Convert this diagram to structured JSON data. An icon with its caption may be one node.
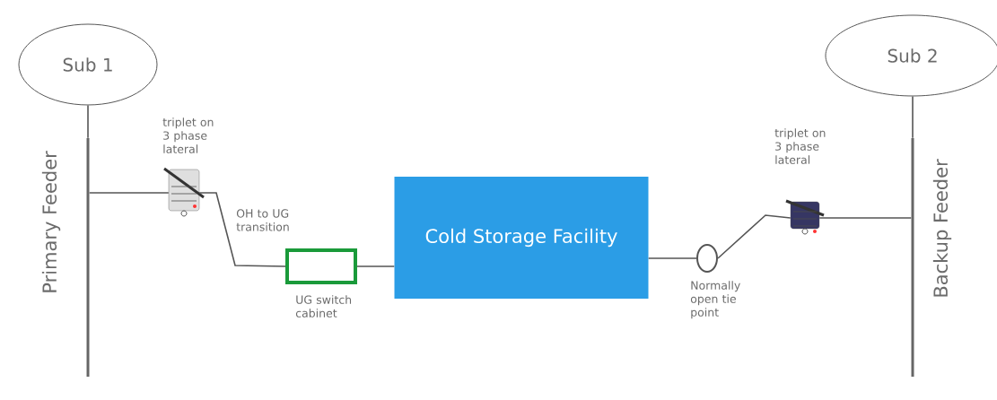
{
  "diagram": {
    "nodes": [
      {
        "text": [
          "Sub 1"
        ]
      },
      {
        "text": [],
        "shape": "bar",
        "beside": [
          "Primary Feeder"
        ]
      },
      {
        "text": [],
        "shape": "picture",
        "beside": [
          "triplet on 3 phase lateral"
        ]
      },
      {
        "text": [],
        "shape": "box",
        "beside": [
          "UG switch cabinet"
        ]
      },
      {
        "text": [
          "Cold Storage Facility"
        ]
      },
      {
        "text": [],
        "shape": "circle",
        "beside": [
          "Normally open tie point"
        ]
      },
      {
        "text": [],
        "shape": "picture",
        "beside": [
          "triplet on 3 phase lateral"
        ]
      },
      {
        "text": [],
        "shape": "bar",
        "beside": [
          "Backup Feeder"
        ]
      },
      {
        "text": [
          "Sub 2"
        ]
      }
    ],
    "edges": [
      {
        "from": 0,
        "to": 1,
        "arrow": "none"
      },
      {
        "from": 1,
        "to": 2,
        "arrow": "none"
      },
      {
        "from": 2,
        "to": 3,
        "arrow": "none",
        "label": "OH to UG transition"
      },
      {
        "from": 3,
        "to": 4,
        "arrow": "none"
      },
      {
        "from": 4,
        "to": 5,
        "arrow": "none"
      },
      {
        "from": 5,
        "to": 6,
        "arrow": "none"
      },
      {
        "from": 6,
        "to": 7,
        "arrow": "none"
      },
      {
        "from": 8,
        "to": 7,
        "arrow": "none"
      }
    ]
  }
}
